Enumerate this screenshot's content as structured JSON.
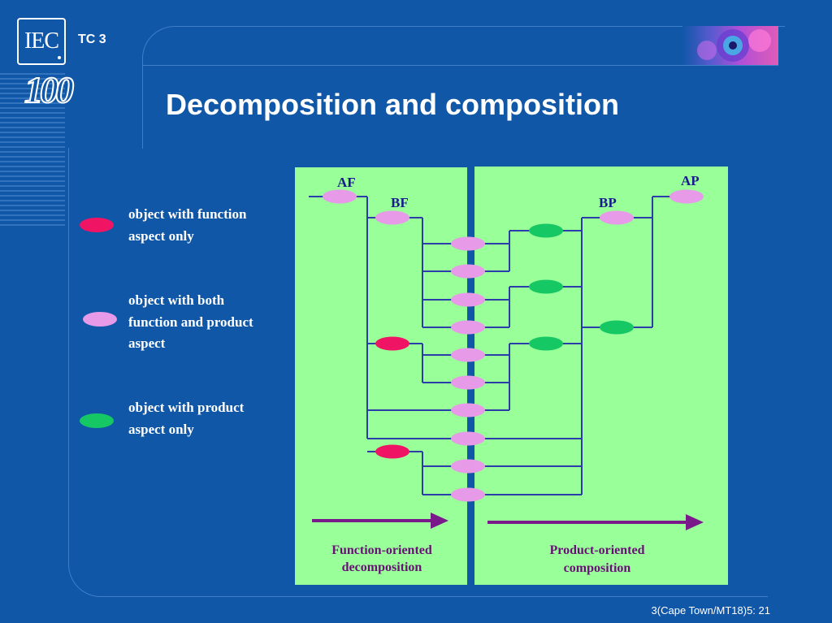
{
  "header": {
    "logo_text": "IEC",
    "logo_sub": "100",
    "tc_label": "TC 3",
    "title": "Decomposition and composition"
  },
  "legend": {
    "items": [
      {
        "lines": [
          "object with function",
          "aspect only"
        ],
        "color": "#f01464"
      },
      {
        "lines": [
          "object with both",
          "function and product",
          "aspect"
        ],
        "color": "#e69ae8"
      },
      {
        "lines": [
          "object with product",
          "aspect only"
        ],
        "color": "#16c864"
      }
    ]
  },
  "diagram": {
    "labels": {
      "af": "AF",
      "bf": "BF",
      "bp": "BP",
      "ap": "AP"
    },
    "bottom_left": [
      "Function-oriented",
      "decomposition"
    ],
    "bottom_right": [
      "Product-oriented",
      "composition"
    ],
    "colors": {
      "panel": "#99ff99",
      "line": "#2a3da8",
      "arrow": "#7a1a8a",
      "function": "#f01464",
      "both": "#e69ae8",
      "product": "#16c864"
    }
  },
  "footer": {
    "text": "3(Cape Town/MT18)5: 21"
  }
}
